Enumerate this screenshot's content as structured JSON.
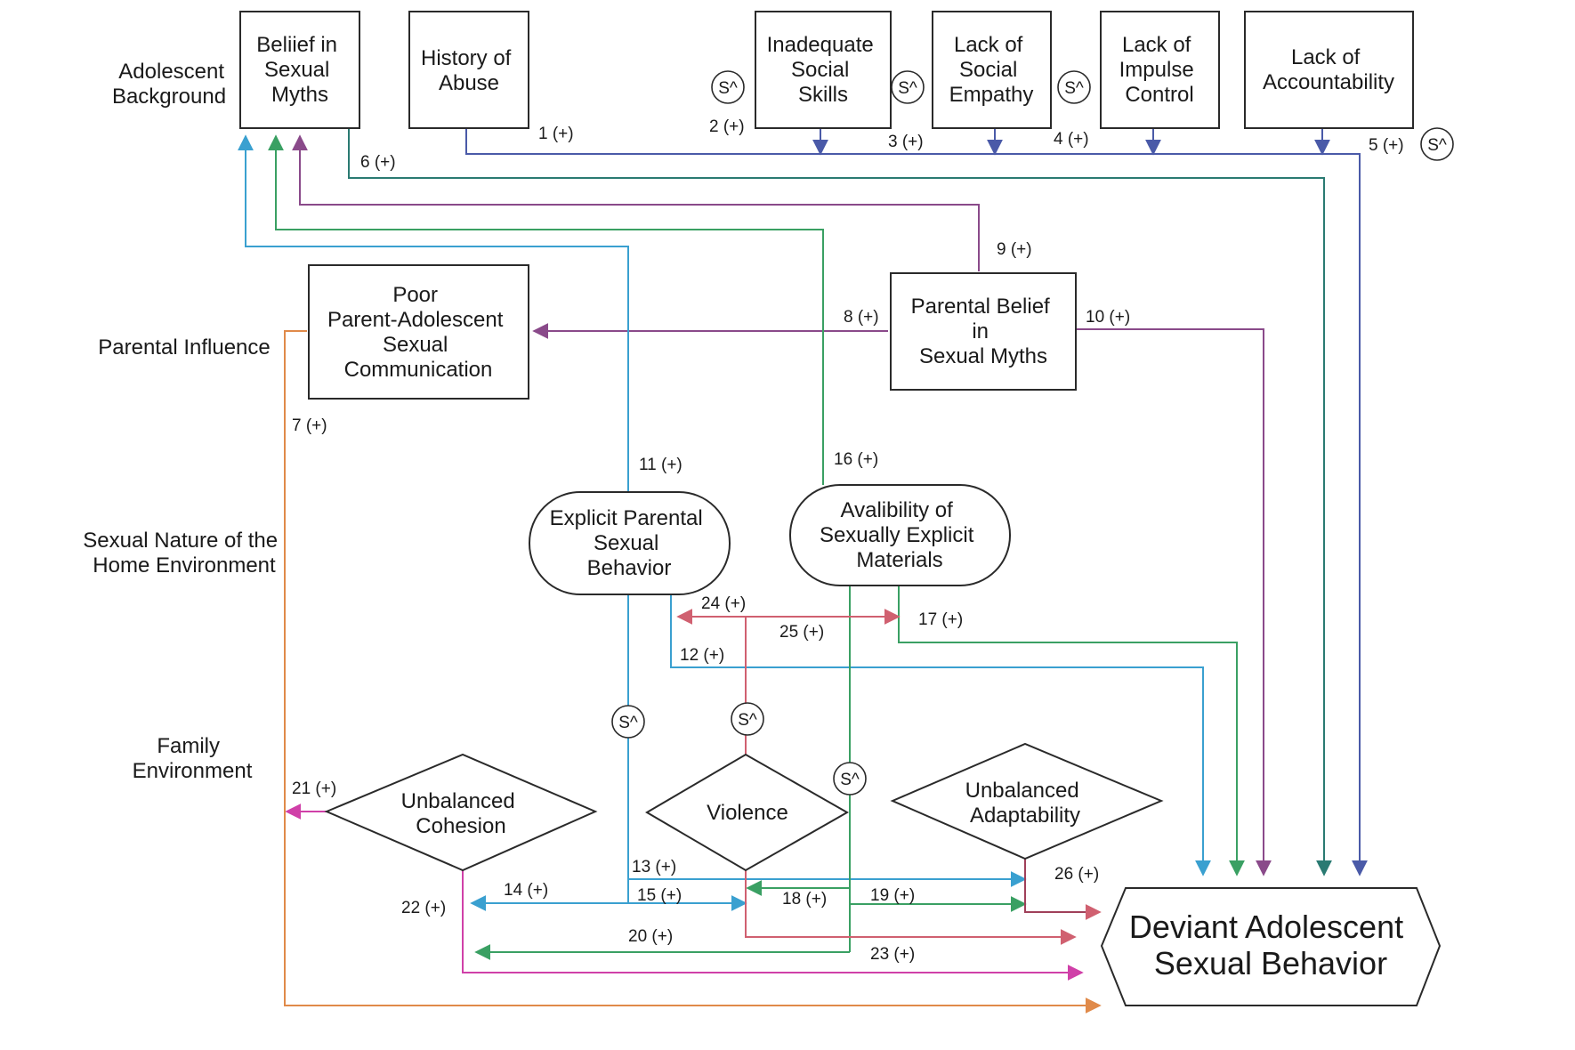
{
  "colors": {
    "blue": "#4a5aa8",
    "cyan": "#3aa0d0",
    "green": "#3aa063",
    "purple": "#8a4a8a",
    "teal": "#2a7a72",
    "red": "#d06070",
    "magenta": "#d040a8",
    "orange": "#e08a4a",
    "ink": "#1a1a1a"
  },
  "row_labels": {
    "adolescent_background": [
      "Adolescent",
      "Background"
    ],
    "parental_influence": [
      "Parental Influence"
    ],
    "sexual_nature": [
      "Sexual Nature of the",
      "Home Environment"
    ],
    "family_environment": [
      "Family",
      "Environment"
    ]
  },
  "nodes": {
    "belief_sexual_myths": [
      "Beliief  in",
      "Sexual",
      "Myths"
    ],
    "history_of_abuse": [
      "History of",
      "Abuse"
    ],
    "inadequate_social_skills": [
      "Inadequate",
      "Social",
      "Skills"
    ],
    "lack_social_empathy": [
      "Lack of",
      "Social",
      "Empathy"
    ],
    "lack_impulse_control": [
      "Lack of",
      "Impulse",
      "Control"
    ],
    "lack_accountability": [
      "Lack of",
      "Accountability"
    ],
    "poor_communication": [
      "Poor",
      "Parent-Adolescent",
      "Sexual",
      "Communication"
    ],
    "parental_belief": [
      "Parental Belief",
      "in",
      "Sexual Myths"
    ],
    "explicit_parental_behavior": [
      "Explicit Parental",
      "Sexual",
      "Behavior"
    ],
    "explicit_materials": [
      "Avalibility of",
      "Sexually Explicit",
      "Materials"
    ],
    "unbalanced_cohesion": [
      "Unbalanced",
      "Cohesion"
    ],
    "violence": [
      "Violence"
    ],
    "unbalanced_adaptability": [
      "Unbalanced",
      "Adaptability"
    ],
    "deviant_behavior": [
      "Deviant Adolescent",
      "Sexual Behavior"
    ]
  },
  "path_labels": {
    "p1": "1 (+)",
    "p2": "2 (+)",
    "p3": "3 (+)",
    "p4": "4 (+)",
    "p5": "5 (+)",
    "p6": "6 (+)",
    "p7": "7 (+)",
    "p8": "8 (+)",
    "p9": "9 (+)",
    "p10": "10 (+)",
    "p11": "11 (+)",
    "p12": "12 (+)",
    "p13": "13 (+)",
    "p14": "14 (+)",
    "p15": "15 (+)",
    "p16": "16 (+)",
    "p17": "17 (+)",
    "p18": "18 (+)",
    "p19": "19 (+)",
    "p20": "20 (+)",
    "p21": "21 (+)",
    "p22": "22 (+)",
    "p23": "23 (+)",
    "p24": "24 (+)",
    "p25": "25 (+)",
    "p26": "26 (+)"
  },
  "s_marker": "S^"
}
